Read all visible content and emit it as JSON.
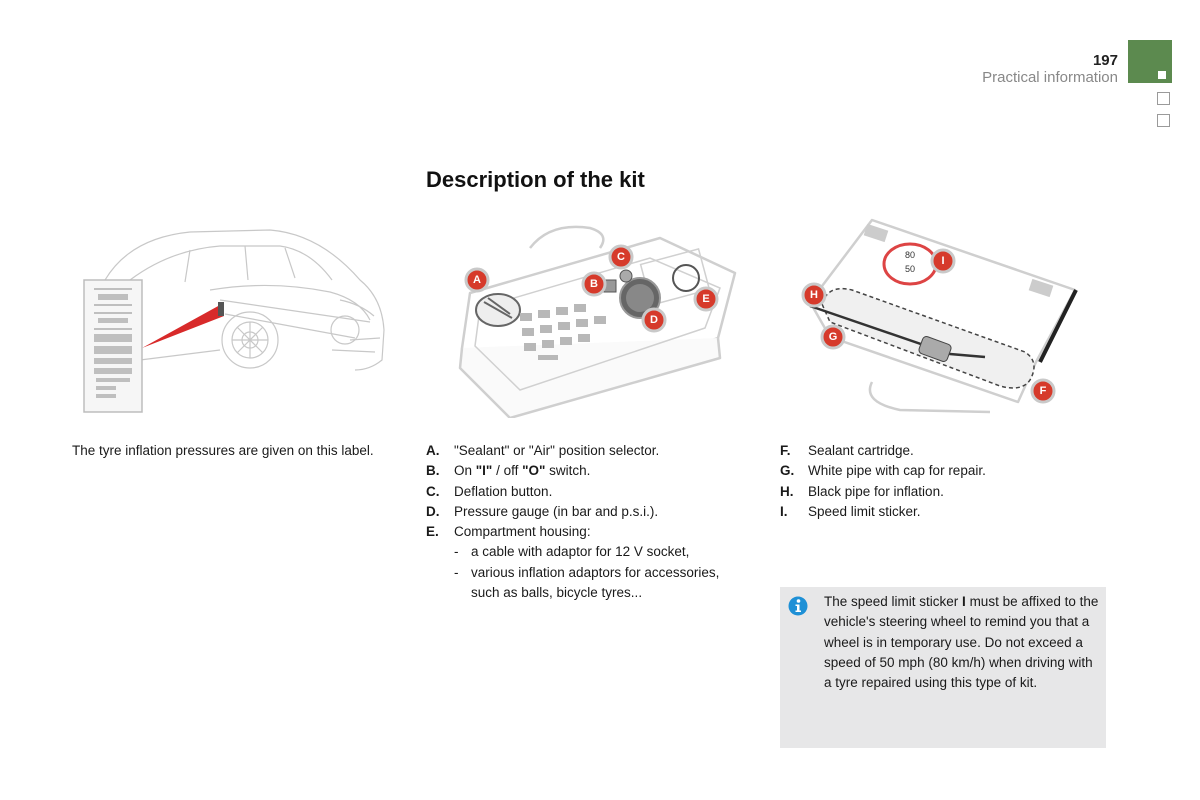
{
  "header": {
    "page_number": "197",
    "section": "Practical information"
  },
  "heading": "Description of the kit",
  "label_caption": "The tyre inflation pressures are given on this label.",
  "kit_illustration": {
    "callouts": [
      "A",
      "B",
      "C",
      "D",
      "E"
    ],
    "speed_sticker_values": [
      "80",
      "50"
    ]
  },
  "cartridge_illustration": {
    "callouts": [
      "F",
      "G",
      "H",
      "I"
    ]
  },
  "legend_ae": [
    {
      "letter": "A.",
      "text": "\"Sealant\" or \"Air\" position selector."
    },
    {
      "letter": "B.",
      "prefix": "On ",
      "bold1": "\"I\"",
      "middle": " / off ",
      "bold2": "\"O\"",
      "suffix": " switch."
    },
    {
      "letter": "C.",
      "text": "Deflation button."
    },
    {
      "letter": "D.",
      "text": "Pressure gauge (in bar and p.s.i.)."
    },
    {
      "letter": "E.",
      "text": "Compartment housing:",
      "sub": [
        {
          "dash": "-",
          "text": "a cable with adaptor for 12 V socket,"
        },
        {
          "dash": "-",
          "text": "various inflation adaptors for accessories, such as balls, bicycle tyres..."
        }
      ]
    }
  ],
  "legend_fi": [
    {
      "letter": "F.",
      "text": "Sealant cartridge."
    },
    {
      "letter": "G.",
      "text": "White pipe with cap for repair."
    },
    {
      "letter": "H.",
      "text": "Black pipe for inflation."
    },
    {
      "letter": "I.",
      "text": "Speed limit sticker."
    }
  ],
  "info_box": {
    "icon": "info-icon",
    "text_before": "The speed limit sticker ",
    "text_bold": "I",
    "text_after": " must be affixed to the vehicle's steering wheel to remind you that a wheel is in temporary use. Do not exceed a speed of 50 mph (80 km/h) when driving with a tyre repaired using this type of kit."
  },
  "colors": {
    "accent_green": "#5c8a4f",
    "callout_red": "#d63a2b",
    "info_blue": "#1e90d6",
    "info_box_bg": "#e7e7e8"
  }
}
